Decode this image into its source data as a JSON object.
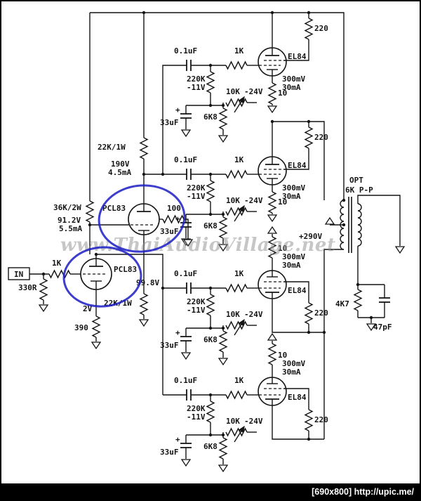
{
  "watermark": {
    "text": "www.ThaiAudioVillage.net"
  },
  "footer": {
    "text": "[690x800] http://upic.me/"
  },
  "input": {
    "label": "IN",
    "series_r": "1K",
    "shunt_r": "330R"
  },
  "splitter": {
    "tube_upper": "PCL83",
    "tube_lower": "PCL83",
    "plate_load_upper": "22K/1W",
    "plate_v_upper": "190V",
    "plate_i_upper": "4.5mA",
    "grid_r": "36K/2W",
    "grid_v": "91.2V",
    "grid_i": "5.5mA",
    "r100": "100",
    "plate_v_lower": "99.8V",
    "cathode_v": "2V",
    "tail_r": "22K/1W",
    "cathode_r": "390"
  },
  "stage": {
    "coupling_cap": "0.1uF",
    "grid_stopper": "1K",
    "grid_r": "220K",
    "grid_bias": "-11V",
    "trim_pot": "10K",
    "neg_rail": "-24V",
    "filter_r": "6K8",
    "filter_cap": "33uF",
    "polarity": "+",
    "tube": "EL84",
    "screen_r": "220",
    "sense_v": "300mV",
    "sense_i": "30mA",
    "sense_r": "10"
  },
  "output": {
    "transformer": "OPT",
    "impedance": "6K P-P",
    "supply": "+290V",
    "zobel_r": "4K7",
    "zobel_c": "47pF"
  }
}
